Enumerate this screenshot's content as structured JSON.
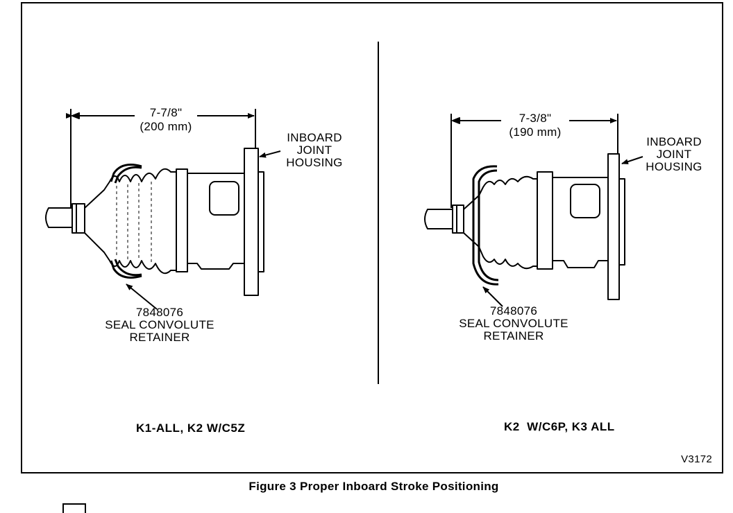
{
  "left_view": {
    "dimension": "7-7/8\"",
    "dimension_metric": "(200 mm)",
    "housing_label": [
      "INBOARD",
      "JOINT",
      "HOUSING"
    ],
    "part_number": "7848076",
    "part_name": [
      "SEAL CONVOLUTE",
      "RETAINER"
    ],
    "applicability": "K1-ALL, K2 W/C5Z"
  },
  "right_view": {
    "dimension": "7-3/8\"",
    "dimension_metric": "(190 mm)",
    "housing_label": [
      "INBOARD",
      "JOINT",
      "HOUSING"
    ],
    "part_number": "7848076",
    "part_name": [
      "SEAL CONVOLUTE",
      "RETAINER"
    ],
    "applicability": "K2  W/C6P, K3 ALL"
  },
  "drawing_code": "V3172",
  "figure_caption": "Figure 3 Proper Inboard Stroke Positioning"
}
